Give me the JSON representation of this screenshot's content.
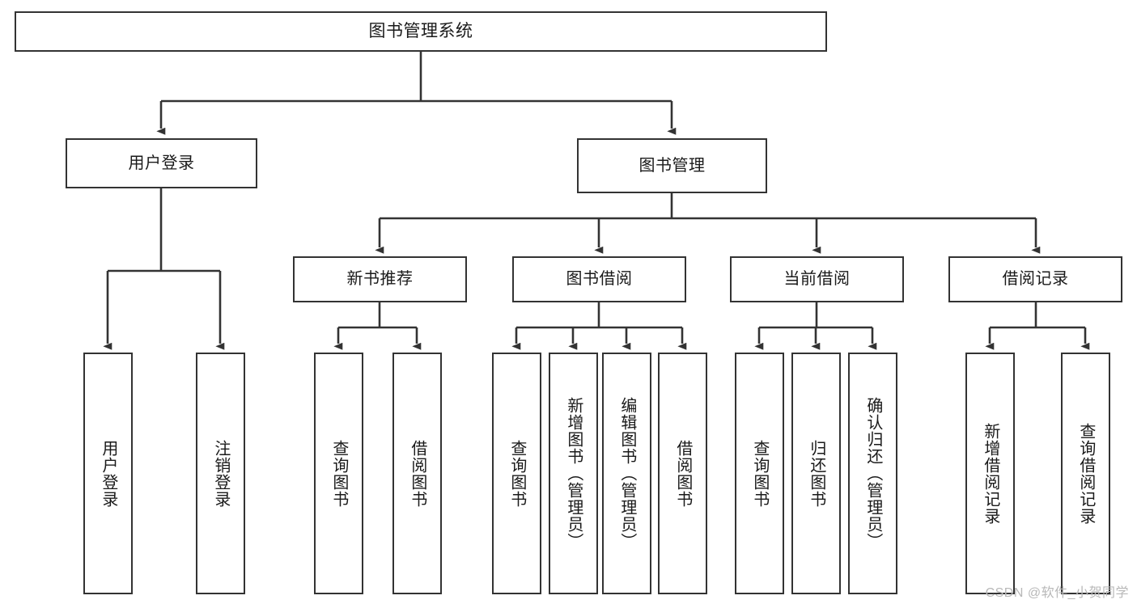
{
  "diagram": {
    "type": "tree",
    "title": "图书管理系统",
    "root": {
      "label": "图书管理系统"
    },
    "level1": [
      {
        "label": "用户登录"
      },
      {
        "label": "图书管理"
      }
    ],
    "level2": [
      {
        "label": "新书推荐"
      },
      {
        "label": "图书借阅"
      },
      {
        "label": "当前借阅"
      },
      {
        "label": "借阅记录"
      }
    ],
    "leaves": {
      "user_login": [
        {
          "label": "用户登录"
        },
        {
          "label": "注销登录"
        }
      ],
      "new_book": [
        {
          "label": "查询图书"
        },
        {
          "label": "借阅图书"
        }
      ],
      "book_borrow": [
        {
          "label": "查询图书"
        },
        {
          "label": "新增图书（管理员）"
        },
        {
          "label": "编辑图书（管理员）"
        },
        {
          "label": "借阅图书"
        }
      ],
      "current_borrow": [
        {
          "label": "查询图书"
        },
        {
          "label": "归还图书"
        },
        {
          "label": "确认归还（管理员）"
        }
      ],
      "borrow_record": [
        {
          "label": "新增借阅记录"
        },
        {
          "label": "查询借阅记录"
        }
      ]
    }
  },
  "watermark": {
    "text": "CSDN @软件_小贺同学"
  },
  "colors": {
    "stroke": "#333333",
    "text": "#1a1a1a",
    "background": "#ffffff",
    "watermark": "#b8b8b8"
  }
}
